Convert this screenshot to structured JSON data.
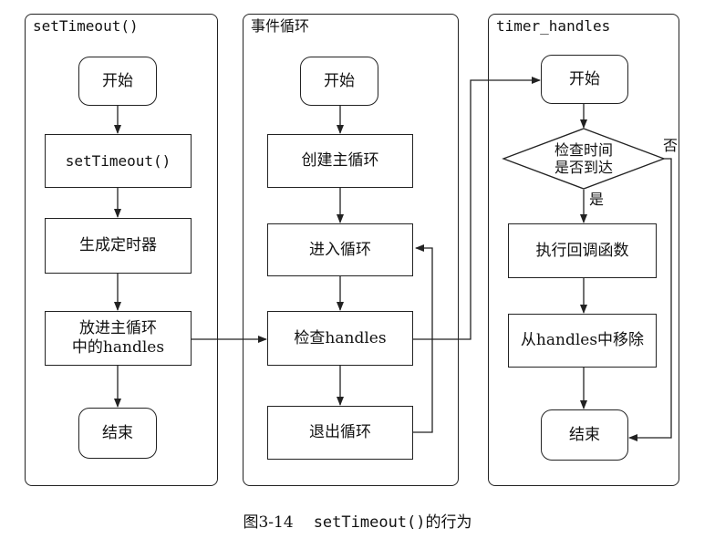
{
  "panels": {
    "settimeout": {
      "title": "setTimeout()"
    },
    "event_loop": {
      "title": "事件循环"
    },
    "timer_handles": {
      "title": "timer_handles"
    }
  },
  "settimeout_flow": {
    "start": "开始",
    "call": "setTimeout()",
    "create_timer": "生成定时器",
    "add_line1": "放进主循环",
    "add_line2": "中的handles",
    "end": "结束"
  },
  "event_loop_flow": {
    "start": "开始",
    "create_loop": "创建主循环",
    "enter_loop": "进入循环",
    "check_handles": "检查handles",
    "exit_loop": "退出循环"
  },
  "timer_flow": {
    "start": "开始",
    "decision_line1": "检查时间",
    "decision_line2": "是否到达",
    "yes": "是",
    "no": "否",
    "exec_callback": "执行回调函数",
    "remove": "从handles中移除",
    "end": "结束"
  },
  "caption": {
    "figure": "图3-14",
    "code": "setTimeout()",
    "text": "的行为"
  }
}
